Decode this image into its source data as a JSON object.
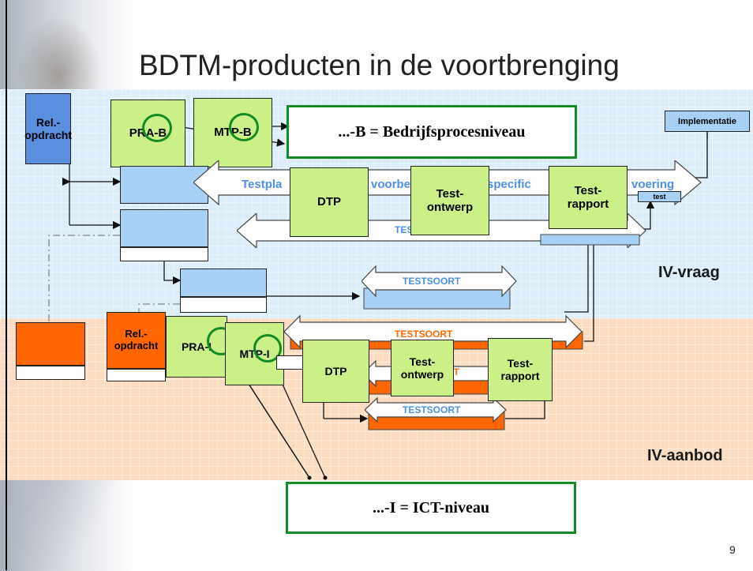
{
  "title": "BDTM-producten in de voortbrenging",
  "page_number": "9",
  "bands": {
    "vraag": "IV-vraag",
    "aanbod": "IV-aanbod"
  },
  "boxes": {
    "rel_opdracht_b": "Rel.-\nopdracht",
    "pra_b": "PRA-B",
    "mtp_b": "MTP-B",
    "implementatie": "Implementatie",
    "dtp_b": "DTP",
    "test_ontwerp_b": "Test-\nontwerp",
    "test_rapport_b": "Test-\nrapport",
    "test_small": "test",
    "rel_opdracht_i": "Rel.-\nopdracht",
    "pra_i": "PRA-I",
    "mtp_i": "MTP-I",
    "dtp_i": "DTP",
    "test_ontwerp_i": "Test-\nontwerp",
    "test_rapport_i": "Test-\nrapport"
  },
  "arrows": {
    "big_arrow_text_1": "Testpla",
    "big_arrow_text_2": "voorbe",
    "big_arrow_text_3": "tspecific",
    "big_arrow_text_4": "voering",
    "testsoort_1": "TESTSOORT",
    "testsoort_2": "TESTSOORT",
    "testsoort_3": "TESTSOORT",
    "testsoort_4": "RT",
    "testsoort_5": "TESTSOORT"
  },
  "callouts": {
    "b": "...-B = Bedrijfsprocesniveau",
    "i": "...-I = ICT-niveau"
  },
  "colors": {
    "green_border": "#138a23",
    "blue_text": "#4d8fe6",
    "orange_text": "#ff6600"
  }
}
